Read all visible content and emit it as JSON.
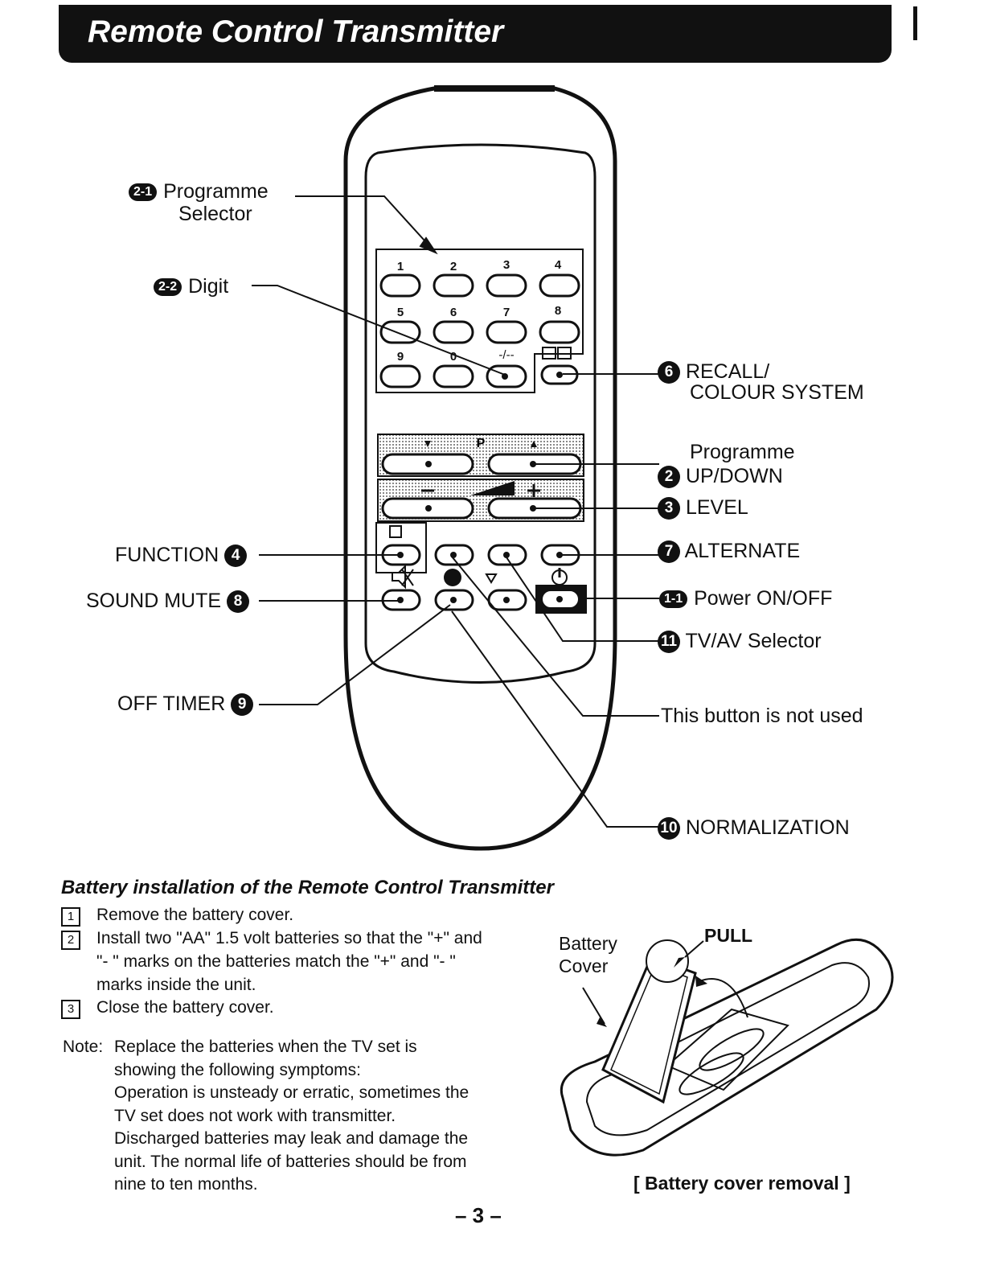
{
  "header": {
    "title": "Remote Control Transmitter"
  },
  "remote": {
    "digit_keys": [
      "1",
      "2",
      "3",
      "4",
      "5",
      "6",
      "7",
      "8",
      "9",
      "0",
      "-/--"
    ],
    "p_label": "P"
  },
  "labels": {
    "programme_selector": {
      "badge": "2-1",
      "line1": "Programme",
      "line2": "Selector"
    },
    "digit": {
      "badge": "2-2",
      "text": "Digit"
    },
    "recall": {
      "num": "6",
      "line1": "RECALL/",
      "line2": "COLOUR SYSTEM"
    },
    "programme_updown": {
      "num": "2",
      "line1": "Programme",
      "line2": "UP/DOWN"
    },
    "level": {
      "num": "3",
      "text": "LEVEL"
    },
    "function": {
      "num": "4",
      "text": "FUNCTION"
    },
    "alternate": {
      "num": "7",
      "text": "ALTERNATE"
    },
    "sound_mute": {
      "num": "8",
      "text": "SOUND MUTE"
    },
    "power": {
      "badge": "1-1",
      "text": "Power ON/OFF"
    },
    "tv_av": {
      "num": "11",
      "text": "TV/AV Selector"
    },
    "off_timer": {
      "num": "9",
      "text": "OFF TIMER"
    },
    "not_used": {
      "text": "This button is not used"
    },
    "normalization": {
      "num": "10",
      "text": "NORMALIZATION"
    }
  },
  "battery": {
    "heading": "Battery installation of the Remote Control Transmitter",
    "steps": [
      {
        "n": "1",
        "lines": [
          "Remove the battery cover."
        ]
      },
      {
        "n": "2",
        "lines": [
          "Install two \"AA\" 1.5 volt batteries so that the \"+\" and",
          "\"- \" marks on the batteries match  the  \"+\"   and  \"- \"",
          "marks inside the unit."
        ]
      },
      {
        "n": "3",
        "lines": [
          "Close the battery cover."
        ]
      }
    ],
    "note_label": "Note:",
    "note_lines": [
      "Replace  the  batteries  when  the  TV  set  is",
      "showing the following symptoms:",
      "Operation is unsteady or erratic, sometimes the",
      "TV set does not work with transmitter.",
      "Discharged batteries may leak and damage the",
      "unit. The normal life of batteries should be from",
      "nine to ten months."
    ],
    "figure": {
      "cover_label_1": "Battery",
      "cover_label_2": "Cover",
      "pull_label": "PULL",
      "caption": "[ Battery cover removal  ]"
    }
  },
  "page_number": "– 3 –"
}
